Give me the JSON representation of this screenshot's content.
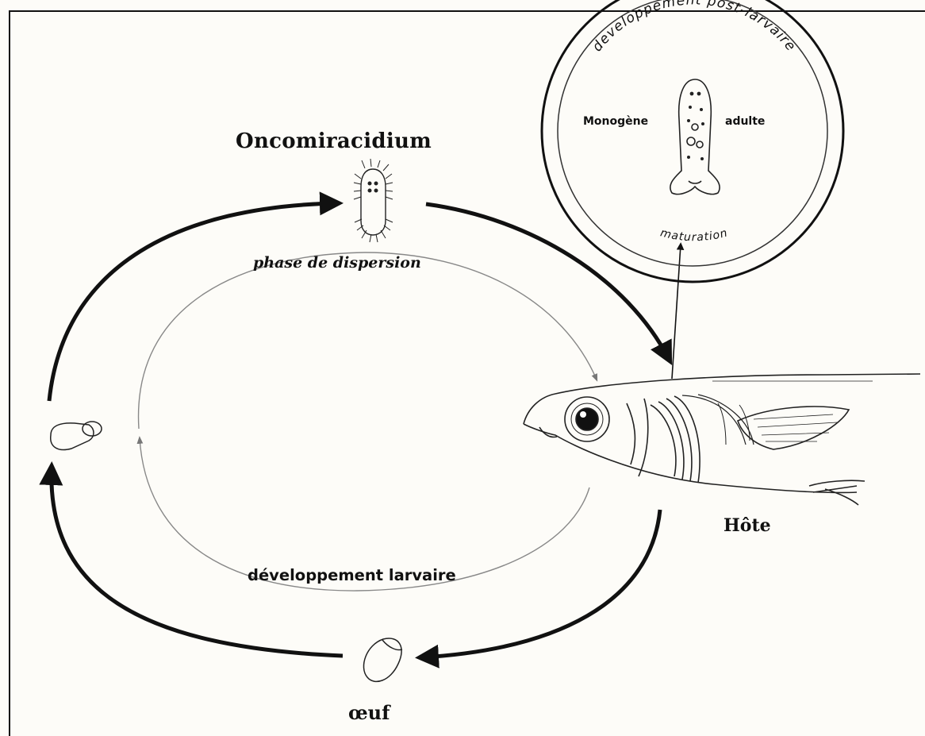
{
  "labels": {
    "oncomiracidium": "Oncomiracidium",
    "phase": "phase de dispersion",
    "host": "Hôte",
    "egg": "œuf",
    "larval_development": "développement larvaire",
    "monogene": "Monogène",
    "adult": "adulte",
    "post_larval": "developpement post-larvaire",
    "maturation": "maturation"
  },
  "colors": {
    "ink": "#111111",
    "thin_line": "#888888",
    "paper": "#fdfcf8"
  }
}
